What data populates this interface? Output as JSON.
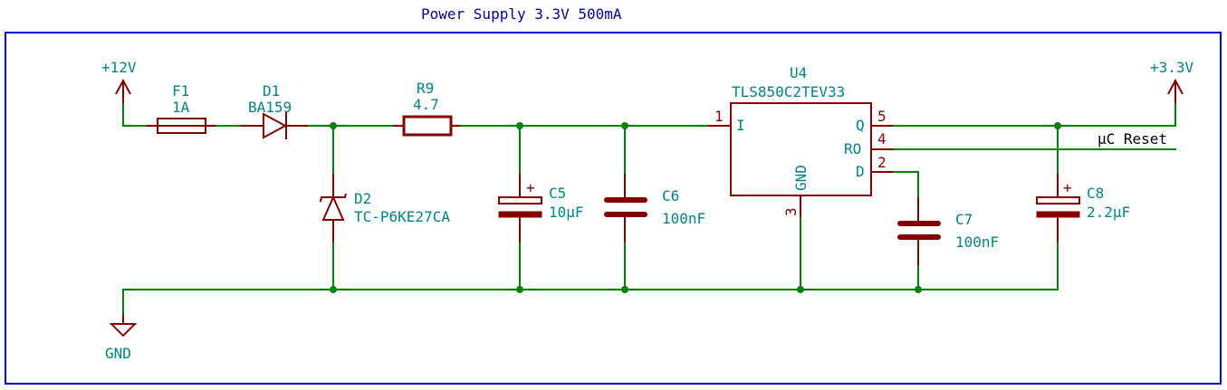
{
  "title": "Power Supply 3.3V 500mA",
  "colors": {
    "wire": "#008400",
    "symbol": "#840000",
    "label": "#008484",
    "frame": "#0000c8",
    "title": "#000096",
    "net_label": "#000000"
  },
  "power": {
    "vin": "+12V",
    "vout": "+3.3V",
    "gnd": "GND"
  },
  "components": {
    "F1": {
      "ref": "F1",
      "value": "1A"
    },
    "D1": {
      "ref": "D1",
      "value": "BA159"
    },
    "D2": {
      "ref": "D2",
      "value": "TC-P6KE27CA"
    },
    "R9": {
      "ref": "R9",
      "value": "4.7"
    },
    "C5": {
      "ref": "C5",
      "value": "10µF",
      "polarity": "+"
    },
    "C6": {
      "ref": "C6",
      "value": "100nF"
    },
    "C7": {
      "ref": "C7",
      "value": "100nF"
    },
    "C8": {
      "ref": "C8",
      "value": "2.2µF",
      "polarity": "+"
    },
    "U4": {
      "ref": "U4",
      "value": "TLS850C2TEV33",
      "pins": {
        "p1": {
          "num": "1",
          "name": "I"
        },
        "p5": {
          "num": "5",
          "name": "Q"
        },
        "p4": {
          "num": "4",
          "name": "RO"
        },
        "p2": {
          "num": "2",
          "name": "D"
        },
        "p3": {
          "num": "3",
          "name": "GND"
        }
      }
    }
  },
  "net_labels": {
    "reset": "µC Reset"
  }
}
